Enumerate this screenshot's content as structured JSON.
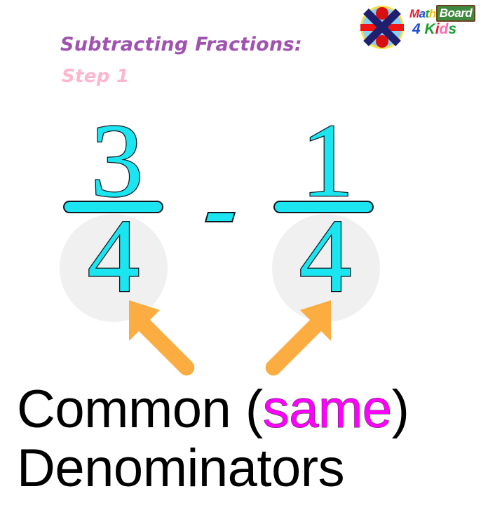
{
  "slide": {
    "background_color": "#ffffff",
    "heading": {
      "line1": "Subtracting Fractions:",
      "line1_color": "#a052b0",
      "line2": "Step 1",
      "line2_color": "#ffb6cd"
    },
    "logo": {
      "word_math": "Math",
      "word_board": "Board",
      "word_four": "4",
      "word_kids": "Kids",
      "math_letters": [
        {
          "ch": "M",
          "color": "#e8192c"
        },
        {
          "ch": "a",
          "color": "#1f4fd8"
        },
        {
          "ch": "t",
          "color": "#14a02e"
        },
        {
          "ch": "h",
          "color": "#f2c400"
        }
      ],
      "kids_letters": [
        {
          "ch": "K",
          "color": "#14a02e"
        },
        {
          "ch": "i",
          "color": "#e8192c"
        },
        {
          "ch": "d",
          "color": "#ff69b4"
        },
        {
          "ch": "s",
          "color": "#14a02e"
        }
      ],
      "board_text_color": "#ffffff",
      "board_bg_color": "#3f8a3f",
      "four_color": "#1f4fd8",
      "emblem": {
        "circle_color": "#8ecdf2",
        "ring_color": "#f2e14a",
        "cross_color": "#1f1f70",
        "bar_color": "#f01414",
        "dot_color": "#d81010"
      }
    },
    "expression": {
      "left_fraction": {
        "numerator": "3",
        "denominator": "4"
      },
      "operator": "−",
      "right_fraction": {
        "numerator": "1",
        "denominator": "4"
      },
      "numeral_fill_color": "#1ae5f0",
      "numeral_outline_color": "#101820",
      "highlight_circle_color": "#f0f0f0",
      "arrow_color": "#fbad41"
    },
    "caption": {
      "line1_prefix": "Common (",
      "line1_highlight": "same",
      "line1_suffix": ")",
      "line2": "Denominators",
      "text_color": "#000000",
      "highlight_color": "#ff00ff"
    }
  }
}
